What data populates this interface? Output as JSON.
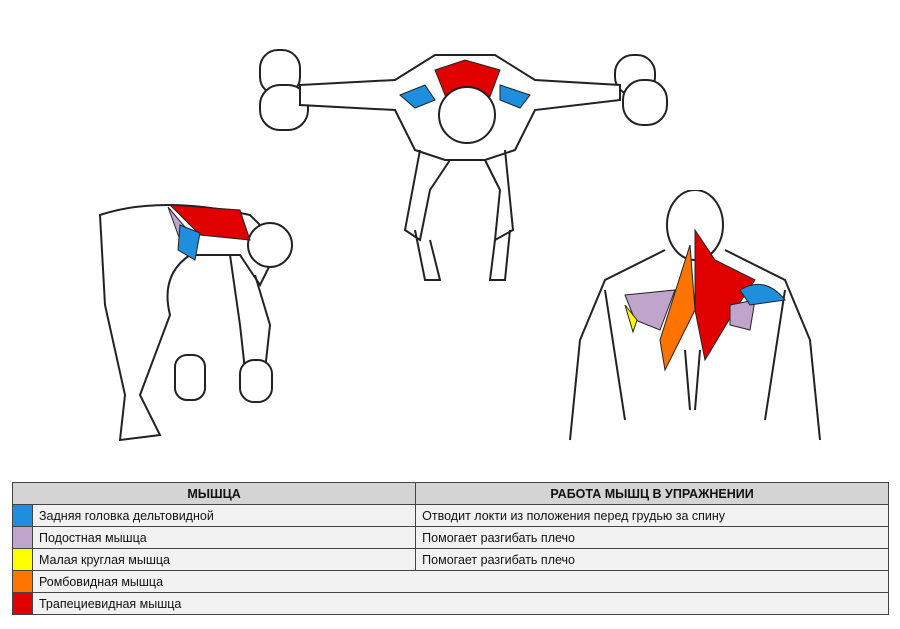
{
  "table": {
    "headers": [
      "МЫШЦА",
      "РАБОТА МЫШЦ В УПРАЖНЕНИИ"
    ],
    "rows": [
      {
        "color": "#1e8fdc",
        "muscle": "Задняя головка дельтовидной",
        "function": "Отводит локти из положения перед грудью за спину"
      },
      {
        "color": "#c0a4cc",
        "muscle": "Подостная мышца",
        "function": "Помогает разгибать плечо"
      },
      {
        "color": "#ffff00",
        "muscle": "Малая круглая мышца",
        "function": "Помогает разгибать плечо"
      },
      {
        "color": "#ff7400",
        "muscle": "Ромбовидная мышца"
      },
      {
        "color": "#e00000",
        "muscle": "Трапециевидная мышца"
      }
    ]
  }
}
